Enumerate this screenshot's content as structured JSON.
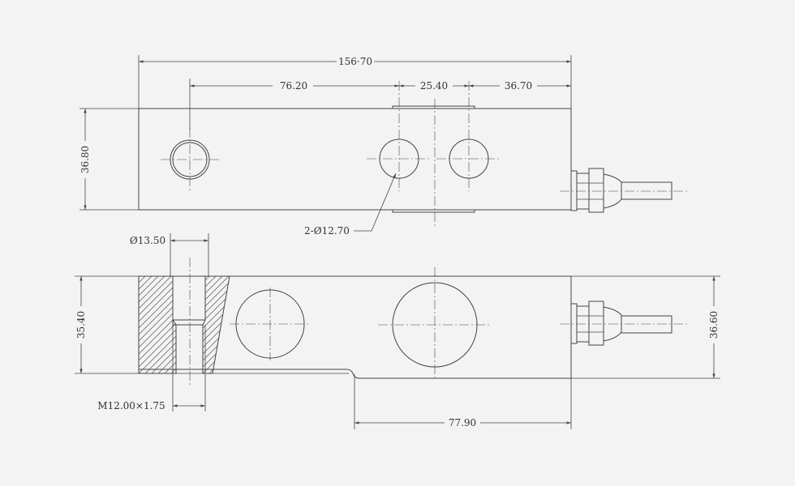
{
  "dimensions": {
    "overall_length": "156·70",
    "hole_offset_left": "76.20",
    "hole_pitch": "25.40",
    "hole_offset_right": "36.70",
    "top_height": "36.80",
    "hole_callout": "2-Ø12.70",
    "counterbore_dia": "Ø13.50",
    "side_height_left": "35.40",
    "side_height_right": "36.60",
    "thread_spec": "M12.00×1.75",
    "sensing_length": "77.90"
  },
  "colors": {
    "background": "#f3f3f3",
    "line": "#444444"
  }
}
